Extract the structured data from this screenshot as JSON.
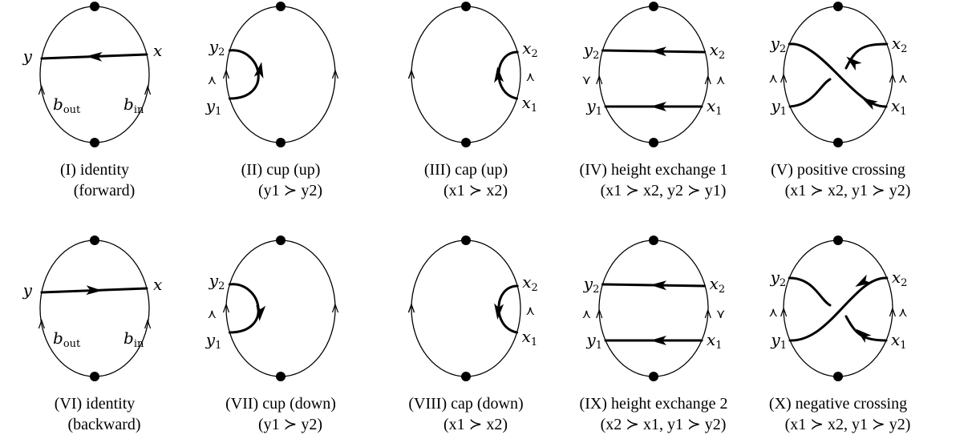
{
  "panels": [
    {
      "type": "identity",
      "dir": "forward",
      "labels": {
        "left": "y",
        "right": "x"
      },
      "bottom_left": {
        "base": "b",
        "sub": "out"
      },
      "bottom_right": {
        "base": "b",
        "sub": "in"
      },
      "caption_line1": "(I) identity",
      "caption_line2": "(forward)"
    },
    {
      "type": "cup",
      "dir": "up",
      "labels": {
        "top": {
          "base": "y",
          "sub": "2"
        },
        "bottom": {
          "base": "y",
          "sub": "1"
        }
      },
      "order_mark": "⋏",
      "caption_line1": "(II) cup (up)",
      "caption_line2": "(y1 ≻ y2)"
    },
    {
      "type": "cap",
      "dir": "up",
      "labels": {
        "top": {
          "base": "x",
          "sub": "2"
        },
        "bottom": {
          "base": "x",
          "sub": "1"
        }
      },
      "order_mark": "⋏",
      "caption_line1": "(III) cap (up)",
      "caption_line2": "(x1 ≻ x2)"
    },
    {
      "type": "height",
      "variant": 1,
      "labels": {
        "y2": {
          "base": "y",
          "sub": "2"
        },
        "y1": {
          "base": "y",
          "sub": "1"
        },
        "x2": {
          "base": "x",
          "sub": "2"
        },
        "x1": {
          "base": "x",
          "sub": "1"
        }
      },
      "marks": {
        "left": "⋎",
        "right": "⋏"
      },
      "caption_line1": "(IV) height exchange 1",
      "caption_line2": "(x1 ≻ x2,   y2 ≻ y1)"
    },
    {
      "type": "crossing",
      "variant": "positive",
      "labels": {
        "y2": {
          "base": "y",
          "sub": "2"
        },
        "y1": {
          "base": "y",
          "sub": "1"
        },
        "x2": {
          "base": "x",
          "sub": "2"
        },
        "x1": {
          "base": "x",
          "sub": "1"
        }
      },
      "marks": {
        "left": "⋏",
        "right": "⋏"
      },
      "caption_line1": "(V) positive crossing",
      "caption_line2": "(x1 ≻ x2,  y1 ≻ y2)"
    },
    {
      "type": "identity",
      "dir": "backward",
      "labels": {
        "left": "y",
        "right": "x"
      },
      "bottom_left": {
        "base": "b",
        "sub": "out"
      },
      "bottom_right": {
        "base": "b",
        "sub": "in"
      },
      "caption_line1": "(VI) identity",
      "caption_line2": "(backward)"
    },
    {
      "type": "cup",
      "dir": "down",
      "labels": {
        "top": {
          "base": "y",
          "sub": "2"
        },
        "bottom": {
          "base": "y",
          "sub": "1"
        }
      },
      "order_mark": "⋏",
      "caption_line1": "(VII) cup (down)",
      "caption_line2": "(y1 ≻ y2)"
    },
    {
      "type": "cap",
      "dir": "down",
      "labels": {
        "top": {
          "base": "x",
          "sub": "2"
        },
        "bottom": {
          "base": "x",
          "sub": "1"
        }
      },
      "order_mark": "⋏",
      "caption_line1": "(VIII) cap (down)",
      "caption_line2": "(x1 ≻ x2)"
    },
    {
      "type": "height",
      "variant": 2,
      "labels": {
        "y2": {
          "base": "y",
          "sub": "2"
        },
        "y1": {
          "base": "y",
          "sub": "1"
        },
        "x2": {
          "base": "x",
          "sub": "2"
        },
        "x1": {
          "base": "x",
          "sub": "1"
        }
      },
      "marks": {
        "left": "⋏",
        "right": "⋎"
      },
      "caption_line1": "(IX) height exchange 2",
      "caption_line2": "(x2 ≻ x1,   y1 ≻ y2)"
    },
    {
      "type": "crossing",
      "variant": "negative",
      "labels": {
        "y2": {
          "base": "y",
          "sub": "2"
        },
        "y1": {
          "base": "y",
          "sub": "1"
        },
        "x2": {
          "base": "x",
          "sub": "2"
        },
        "x1": {
          "base": "x",
          "sub": "1"
        }
      },
      "marks": {
        "left": "⋏",
        "right": "⋏"
      },
      "caption_line1": "(X) negative crossing",
      "caption_line2": "(x1 ≻ x2,  y1 ≻ y2)"
    }
  ]
}
